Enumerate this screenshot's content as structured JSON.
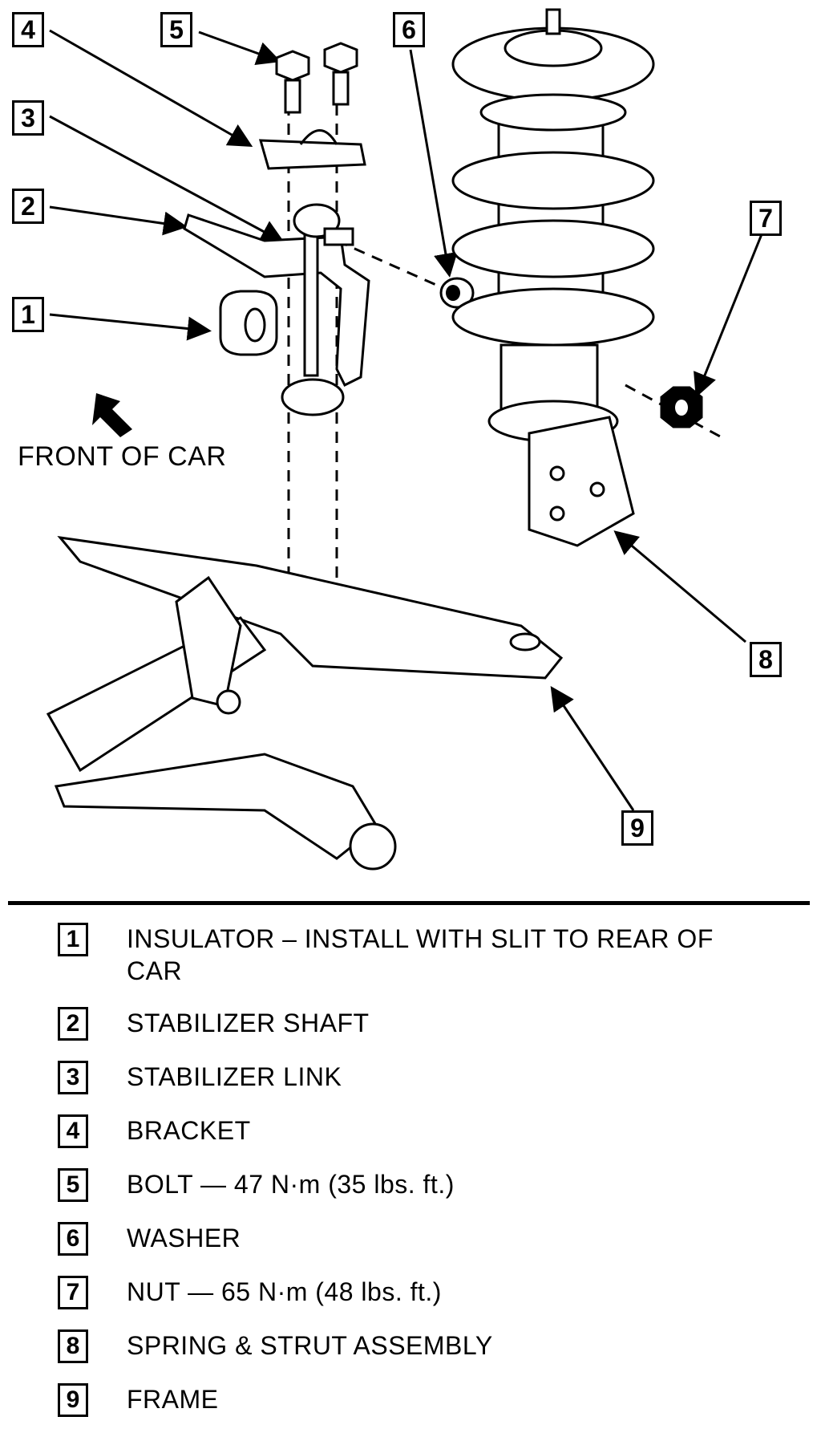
{
  "diagram": {
    "orientation_label": "FRONT OF CAR",
    "callouts": [
      "1",
      "2",
      "3",
      "4",
      "5",
      "6",
      "7",
      "8",
      "9"
    ]
  },
  "legend": [
    {
      "num": "1",
      "text": "INSULATOR – INSTALL WITH SLIT TO REAR OF CAR"
    },
    {
      "num": "2",
      "text": "STABILIZER SHAFT"
    },
    {
      "num": "3",
      "text": "STABILIZER LINK"
    },
    {
      "num": "4",
      "text": "BRACKET"
    },
    {
      "num": "5",
      "text": "BOLT — 47 N·m (35 lbs. ft.)"
    },
    {
      "num": "6",
      "text": "WASHER"
    },
    {
      "num": "7",
      "text": "NUT — 65 N·m (48 lbs. ft.)"
    },
    {
      "num": "8",
      "text": "SPRING & STRUT ASSEMBLY"
    },
    {
      "num": "9",
      "text": "FRAME"
    }
  ]
}
